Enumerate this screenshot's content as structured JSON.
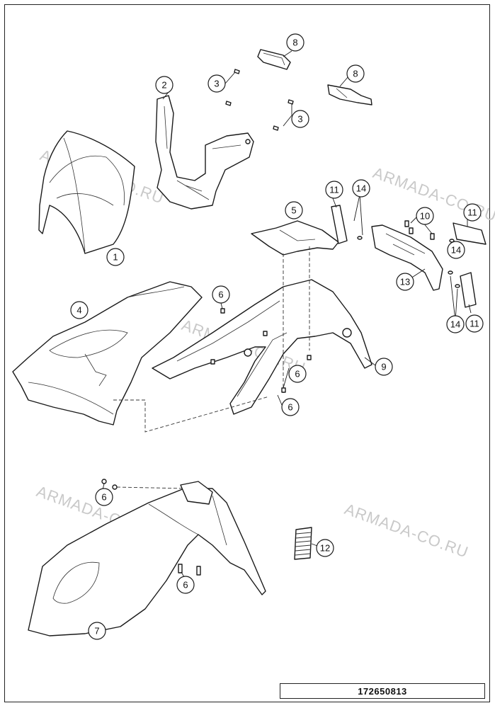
{
  "watermark": "ARMADA-CO.RU",
  "document_number": "172650813",
  "callouts": [
    {
      "label": "1"
    },
    {
      "label": "2"
    },
    {
      "label": "3"
    },
    {
      "label": "3"
    },
    {
      "label": "4"
    },
    {
      "label": "5"
    },
    {
      "label": "6"
    },
    {
      "label": "6"
    },
    {
      "label": "6"
    },
    {
      "label": "6"
    },
    {
      "label": "6"
    },
    {
      "label": "7"
    },
    {
      "label": "8"
    },
    {
      "label": "8"
    },
    {
      "label": "9"
    },
    {
      "label": "10"
    },
    {
      "label": "11"
    },
    {
      "label": "11"
    },
    {
      "label": "11"
    },
    {
      "label": "12"
    },
    {
      "label": "13"
    },
    {
      "label": "14"
    },
    {
      "label": "14"
    },
    {
      "label": "14"
    }
  ]
}
